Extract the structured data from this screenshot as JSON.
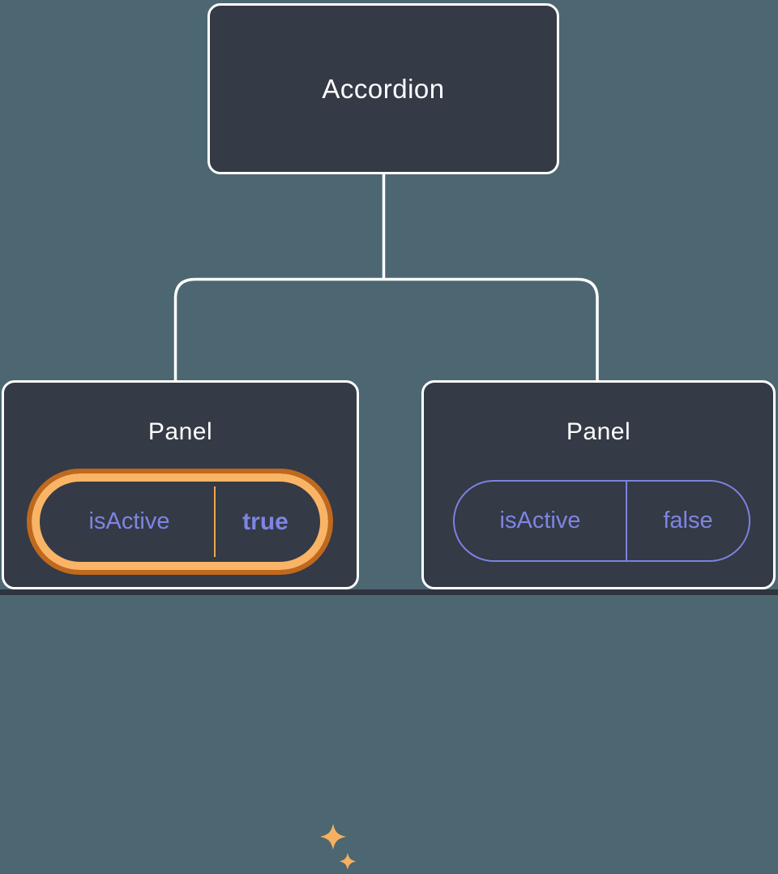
{
  "colors": {
    "background": "#4C6771",
    "node_fill": "#343A46",
    "node_border": "#FFFFFF",
    "connector": "#FFFFFF",
    "prop_text_purple": "#7E85E3",
    "pill_outline_purple": "#7B82DD",
    "highlight_ring_outer": "#C0691E",
    "highlight_ring_band": "#F9B465",
    "highlight_divider": "#ECA64F",
    "sparkle": "#F7B060",
    "bottom_strip": "#2E3440"
  },
  "icons": {
    "sparkles": "sparkles-icon (two four-point stars)"
  },
  "tree": {
    "root": {
      "title": "Accordion"
    },
    "panels": [
      {
        "title": "Panel",
        "prop_name": "isActive",
        "prop_value": "true",
        "highlighted": true
      },
      {
        "title": "Panel",
        "prop_name": "isActive",
        "prop_value": "false",
        "highlighted": false
      }
    ]
  }
}
